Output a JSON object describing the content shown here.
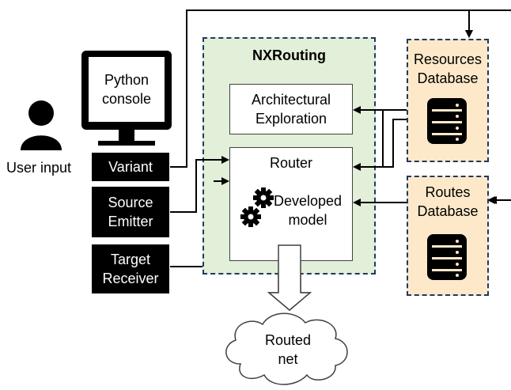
{
  "diagram": {
    "user_input": {
      "label": "User input",
      "icon": "user-icon"
    },
    "python_console": {
      "line1": "Python",
      "line2": "console",
      "icon": "monitor-icon"
    },
    "inputs": {
      "variant": "Variant",
      "source_emitter": {
        "line1": "Source",
        "line2": "Emitter"
      },
      "target_receiver": {
        "line1": "Target",
        "line2": "Receiver"
      }
    },
    "nxrouting": {
      "title": "NXRouting",
      "architectural_exploration": {
        "line1": "Architectural",
        "line2": "Exploration"
      },
      "router": {
        "title": "Router",
        "developed_model": {
          "line1": "Developed",
          "line2": "model"
        },
        "icon": "gears-icon"
      }
    },
    "resources_database": {
      "line1": "Resources",
      "line2": "Database",
      "icon": "database-icon"
    },
    "routes_database": {
      "line1": "Routes",
      "line2": "Database",
      "icon": "database-icon"
    },
    "output": {
      "line1": "Routed",
      "line2": "net",
      "shape": "cloud"
    }
  },
  "colors": {
    "nxrouting_fill": "#e2efd9",
    "database_fill": "#fde9c9",
    "group_border": "#1f3864",
    "input_box_fill": "#000000"
  }
}
